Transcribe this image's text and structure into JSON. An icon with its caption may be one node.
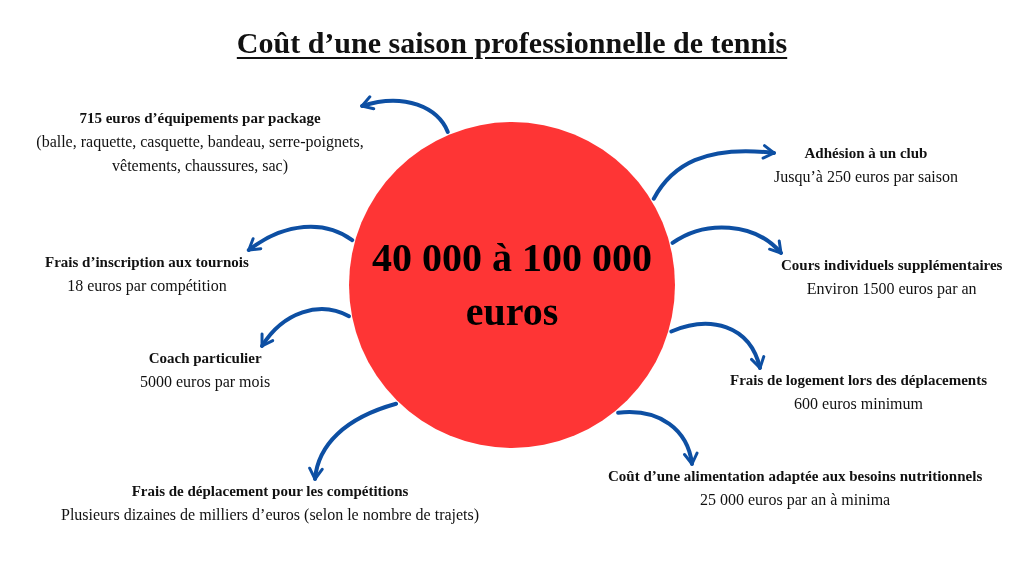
{
  "diagram": {
    "title": "Coût d’une saison professionnelle de tennis",
    "nodes": [
      {
        "text": [
          "40 000 à 100 000 euros"
        ]
      },
      {
        "text": [
          "715 euros d’équipements par package",
          "(balle, raquette, casquette, bandeau, serre-poignets, vêtements, chaussures, sac)"
        ]
      },
      {
        "text": [
          "Adhésion à un club",
          "Jusqu’à 250 euros par saison"
        ]
      },
      {
        "text": [
          "Frais d’inscription aux tournois",
          "18 euros par compétition"
        ]
      },
      {
        "text": [
          "Cours individuels supplémentaires",
          "Environ 1500 euros par an"
        ]
      },
      {
        "text": [
          "Coach particulier",
          "5000 euros par mois"
        ]
      },
      {
        "text": [
          "Frais de logement lors des déplacements",
          "600 euros minimum"
        ]
      },
      {
        "text": [
          "Coût d’une alimentation adaptée aux besoins nutritionnels",
          "25 000 euros par an à minima"
        ]
      },
      {
        "text": [
          "Frais de déplacement pour les compétitions",
          "Plusieurs dizaines de milliers d’euros (selon le nombre de trajets)"
        ]
      }
    ],
    "edges": [
      {
        "from": 0,
        "to": 1,
        "arrow": "to"
      },
      {
        "from": 0,
        "to": 2,
        "arrow": "to"
      },
      {
        "from": 0,
        "to": 3,
        "arrow": "to"
      },
      {
        "from": 0,
        "to": 4,
        "arrow": "to"
      },
      {
        "from": 0,
        "to": 5,
        "arrow": "to"
      },
      {
        "from": 0,
        "to": 6,
        "arrow": "to"
      },
      {
        "from": 0,
        "to": 7,
        "arrow": "to"
      },
      {
        "from": 0,
        "to": 8,
        "arrow": "to"
      }
    ]
  }
}
